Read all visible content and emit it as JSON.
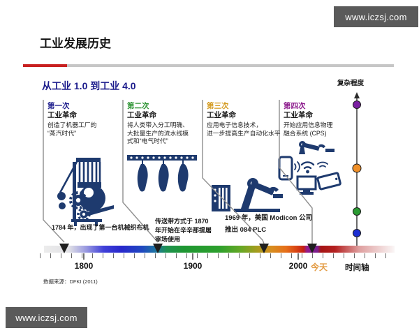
{
  "watermarks": {
    "top": "www.iczsj.com",
    "bottom": "www.iczsj.com"
  },
  "page": {
    "title": "工业发展历史",
    "subtitle": "从工业 1.0 到工业 4.0"
  },
  "complexity_axis": {
    "label": "复杂程度",
    "dots": [
      {
        "level": "industry-4.0",
        "color": "#7b1fa2"
      },
      {
        "level": "industry-3.0",
        "color": "#ef8f28"
      },
      {
        "level": "industry-2.0",
        "color": "#2a9a32"
      },
      {
        "level": "industry-1.0",
        "color": "#1c2ed2"
      }
    ]
  },
  "revolutions": [
    {
      "name": "第一次",
      "title": "工业革命",
      "accent_color": "#1c1c8c",
      "description": "创造了机器工厂的\n“蒸汽时代”",
      "note": "1784 年，出现了第一台机械织布机",
      "illustration": "mechanical-loom"
    },
    {
      "name": "第二次",
      "title": "工业革命",
      "accent_color": "#2e9434",
      "description": "将人类带入分工明确、\n大批量生产的流水线模\n式和“电气时代”",
      "note": "传送带方式于 1870\n年开始在辛辛那提屠\n宰场使用",
      "illustration": "conveyor-belt"
    },
    {
      "name": "第三次",
      "title": "工业革命",
      "accent_color": "#d49a1e",
      "description": "应用电子信息技术，\n进一步提高生产自动化水平",
      "note": "1969 年，美国 Modicon 公司\n推出 084 PLC",
      "illustration": "industrial-robot-plc"
    },
    {
      "name": "第四次",
      "title": "工业革命",
      "accent_color": "#8c1a8c",
      "description": "开始应用信息物理\n融合系统 (CPS)",
      "note": "",
      "illustration": "connected-devices-iot"
    }
  ],
  "timeline": {
    "year_labels": [
      "1800",
      "1900",
      "2000"
    ],
    "today_label": "今天",
    "axis_label": "时间轴",
    "source": "数据来源：DFKI (2011)",
    "illustration_color": "#1e3a6e"
  }
}
